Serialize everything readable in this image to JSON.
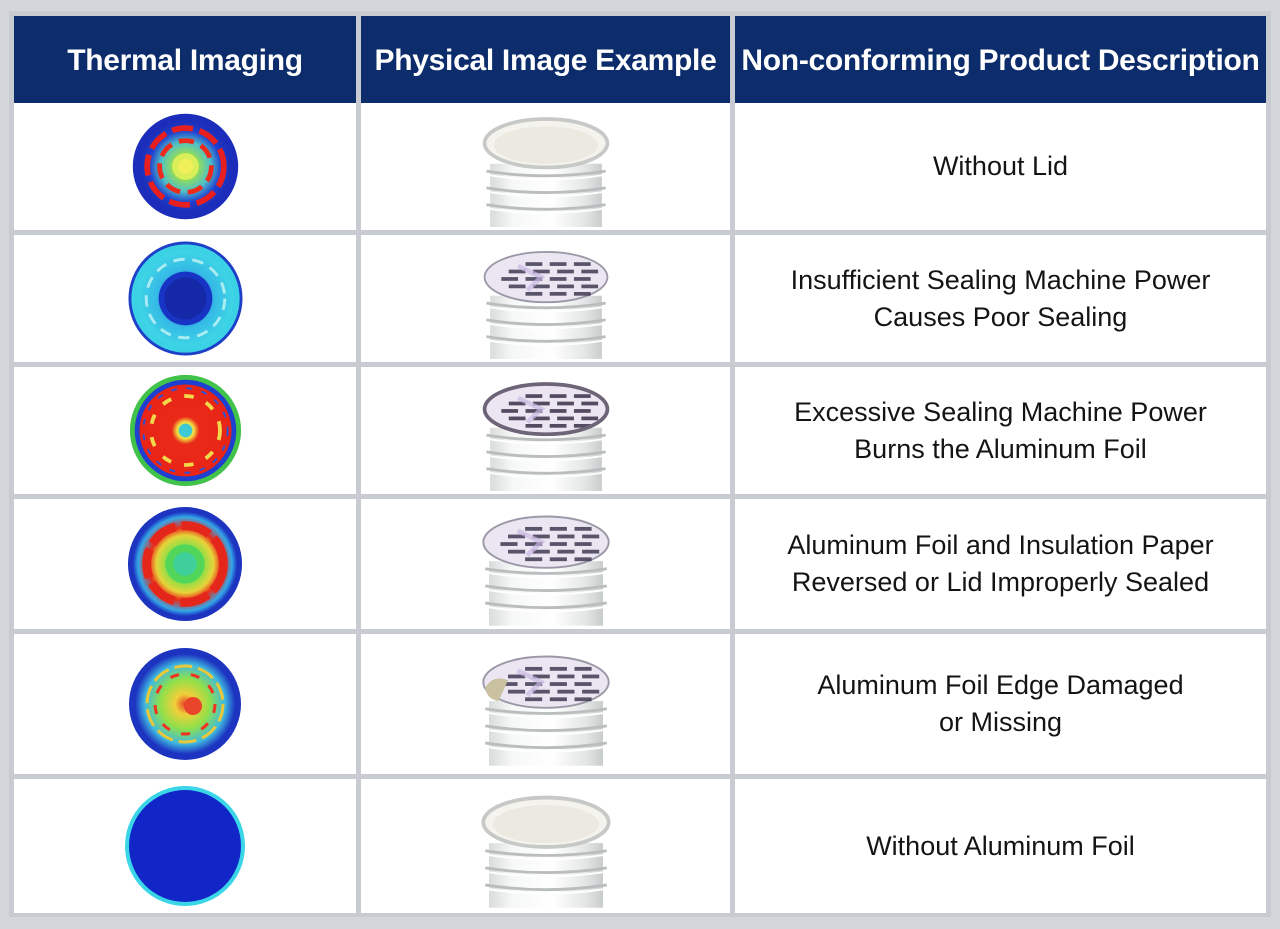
{
  "headers": {
    "thermal": "Thermal Imaging",
    "physical": "Physical Image Example",
    "description": "Non-conforming Product Description"
  },
  "rows": [
    {
      "thermal_icon": "thermal-scan-rings-red-on-blue",
      "physical_icon": "bottle-neck-open-no-lid",
      "description": "Without Lid"
    },
    {
      "thermal_icon": "thermal-scan-cool-cyan-blue",
      "physical_icon": "bottle-neck-foil-seal-flat",
      "description": "Insufficient Sealing Machine Power\nCauses Poor Sealing"
    },
    {
      "thermal_icon": "thermal-scan-hot-red-green-edge",
      "physical_icon": "bottle-neck-foil-seal-burnt",
      "description": "Excessive Sealing Machine Power\nBurns the Aluminum Foil"
    },
    {
      "thermal_icon": "thermal-scan-red-ring-green-center",
      "physical_icon": "bottle-neck-foil-seal-reversed",
      "description": "Aluminum Foil and Insulation Paper\nReversed or Lid Improperly Sealed"
    },
    {
      "thermal_icon": "thermal-scan-yellow-green-blue",
      "physical_icon": "bottle-neck-foil-edge-damaged",
      "description": "Aluminum Foil Edge Damaged\nor Missing"
    },
    {
      "thermal_icon": "thermal-scan-solid-blue",
      "physical_icon": "bottle-neck-open-no-foil",
      "description": "Without Aluminum Foil"
    }
  ],
  "colors": {
    "header_bg": "#0c2c6b",
    "header_text": "#ffffff",
    "grid": "#c8ccd2",
    "cell_bg": "#ffffff"
  }
}
